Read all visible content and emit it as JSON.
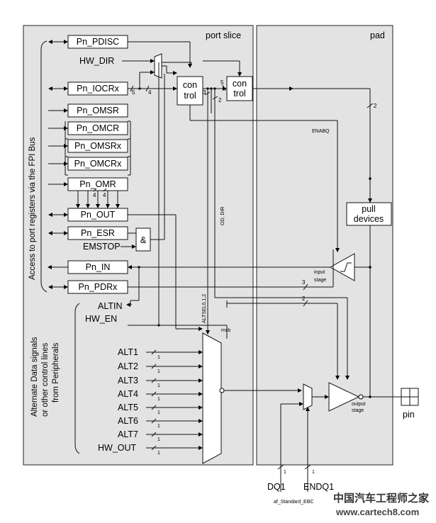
{
  "figure_id": "af_Standard_EBC",
  "regions": {
    "port_slice": "port slice",
    "pad": "pad"
  },
  "side_labels": {
    "fpi_access": "Access to port registers via the FPI Bus",
    "alternate": "Alternate Data signals or other control lines from Peripherals"
  },
  "registers": {
    "pdisc": "Pn_PDISC",
    "iocr": "Pn_IOCRx",
    "omsr": "Pn_OMSR",
    "omcr": "Pn_OMCR",
    "omsrx": "Pn_OMSRx",
    "omcrx": "Pn_OMCRx",
    "omr": "Pn_OMR",
    "out": "Pn_OUT",
    "esr": "Pn_ESR",
    "in": "Pn_IN",
    "pdr": "Pn_PDRx"
  },
  "signals": {
    "hw_dir": "HW_DIR",
    "emstop": "EMSTOP",
    "altin": "ALTIN",
    "hw_en": "HW_EN",
    "alt": [
      "ALT1",
      "ALT2",
      "ALT3",
      "ALT4",
      "ALT5",
      "ALT6",
      "ALT7"
    ],
    "hw_out": "HW_OUT",
    "dq1": "DQ1",
    "endq1": "ENDQ1",
    "pin": "pin",
    "enabq": "ENABQ",
    "od_dir": "OD, DIR",
    "altsel": "ALTSEL0,1,2",
    "msb": "msb"
  },
  "blocks": {
    "control1_line1": "con",
    "control1_line2": "trol",
    "control2_line1": "con",
    "control2_line2": "trol",
    "pull_line1": "pull",
    "pull_line2": "devices",
    "and_gate": "&",
    "input_stage_1": "input",
    "input_stage_2": "stage",
    "output_stage_1": "output",
    "output_stage_2": "stage"
  },
  "bus_widths": {
    "iocr_a": "5",
    "iocr_b": "4",
    "ctrl_out": "5",
    "ctrl_3": "3",
    "ctrl_2": "2",
    "pad_2": "2",
    "omr_4a": "4",
    "omr_4b": "4",
    "pdr_3": "3",
    "pdr_2": "2",
    "alt_1": "1",
    "dq_1": "1",
    "endq_1": "1"
  },
  "watermark": {
    "line1": "中国汽车工程师之家",
    "line2": "www.cartech8.com"
  }
}
